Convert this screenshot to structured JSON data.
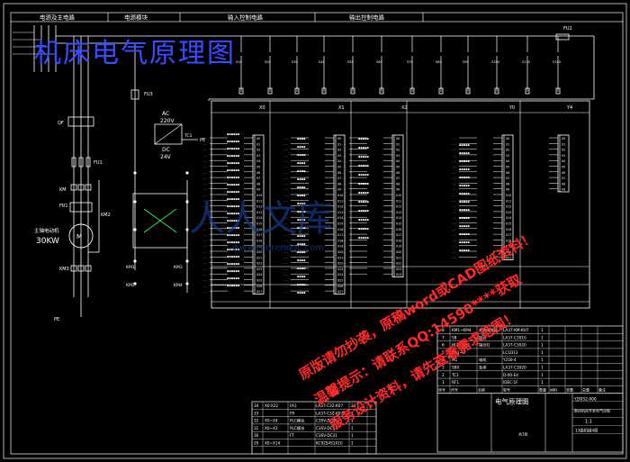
{
  "title": "机床电气原理图",
  "header_sections": [
    "电源及主电路",
    "电源模块",
    "输入控制电路",
    "输出控制电路"
  ],
  "labels": {
    "fuse1": "FU1",
    "fuse2": "FU2",
    "fuse_pe": "FU3",
    "qf": "QF",
    "km": "KM",
    "fr": "FR1",
    "motor_desc": "主轴电动机",
    "motor_power": "30KW",
    "motor": "M",
    "pe": "PE",
    "ac_in": "AC",
    "ac_v": "220V",
    "dc": "DC",
    "dc_v": "24V",
    "tc": "TC1",
    "plc_ports": [
      "X0",
      "X1",
      "X2",
      "Y0",
      "Y4"
    ],
    "km_small": [
      "KM1",
      "KM2",
      "KM3",
      "KM4"
    ]
  },
  "watermark": {
    "logo": "人人文库",
    "url": "www.renrendoc.com",
    "lines": [
      "原版请勿抄袭，原稿word或CAD图纸资料！",
      "温馨提示：请联系QQ:14590****获取",
      "服务设计资料，请先查看需求范围！"
    ]
  },
  "bom_right": {
    "rows": [
      [
        "8",
        "KM1~KM4",
        "交流接触器",
        "LA37-KM-KH7",
        "1"
      ],
      [
        "7",
        "SB",
        "按钮",
        "LA37-C3010",
        "1"
      ],
      [
        "6",
        "HL1~HL9",
        "指示灯",
        "LA37-C3020",
        "1"
      ],
      [
        "5",
        "KH1~3",
        "",
        "LC1D13",
        "1"
      ],
      [
        "4",
        "M1",
        "电机",
        "Y250-4",
        "1"
      ],
      [
        "3",
        "SB0",
        "急停",
        "LA37-C3020",
        "1"
      ],
      [
        "2",
        "TC1",
        "",
        "D-00-E4",
        "1"
      ],
      [
        "1",
        "RF1",
        "",
        "IDEC-1F",
        "1"
      ]
    ],
    "header": [
      "序号",
      "代号",
      "名称",
      "型号",
      "数量",
      "材料",
      "单重",
      "总重",
      "备注"
    ],
    "drawing_title": "电气原理图",
    "drawing_no": "YJ3052-000",
    "project": "数控机床开发电气控制",
    "scale": "1:1",
    "school": "13级机械4班",
    "sheet_label": "共1张"
  },
  "bom_left": {
    "rows": [
      [
        "34",
        "X0-X22",
        "FA1",
        "LA37-C3Z-K07",
        "23"
      ],
      [
        "33",
        "",
        "FR",
        "LA37-C3Z-K07",
        "1"
      ],
      [
        "32",
        "X0~X4",
        "PLC模块",
        "C3SV-DC31",
        "1"
      ],
      [
        "31",
        "X0~X3",
        "PLC模块",
        "C3SV-DC31",
        "1"
      ],
      [
        "30",
        "",
        "FT",
        "C3SV-DC31",
        "1"
      ],
      [
        "29",
        "X0~X14",
        "",
        "KC9254S1X10",
        "1"
      ]
    ]
  }
}
